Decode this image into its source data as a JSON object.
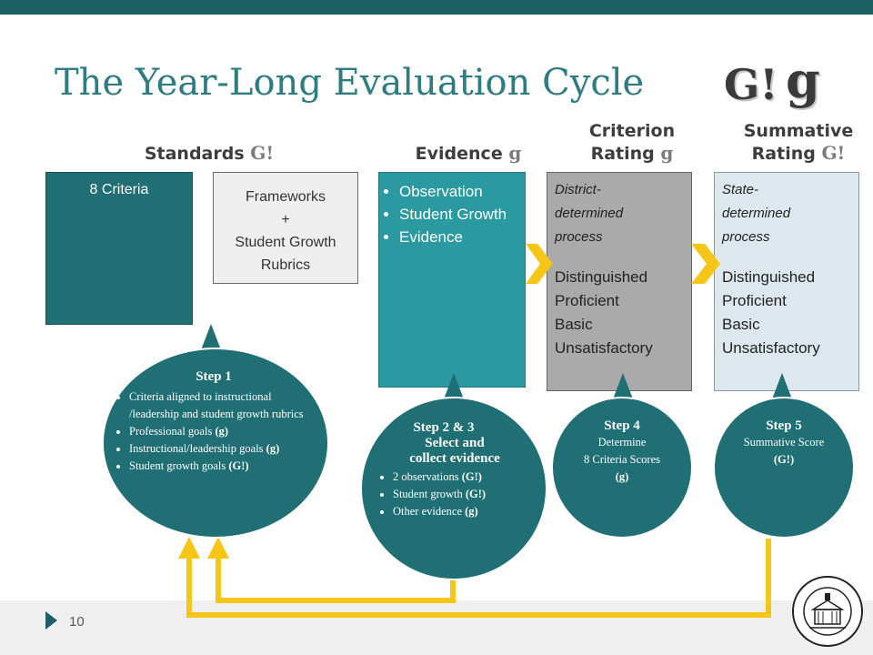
{
  "title": "The Year-Long Evaluation Cycle",
  "marks": {
    "big_g_bang": "G!",
    "big_g": "g"
  },
  "headers": {
    "standards": {
      "label": "Standards",
      "mark": "G!"
    },
    "evidence": {
      "label": "Evidence",
      "mark": "g"
    },
    "criterion": {
      "line1": "Criterion",
      "line2": "Rating",
      "mark": "g"
    },
    "summative": {
      "line1": "Summative",
      "line2": "Rating",
      "mark": "G!"
    }
  },
  "boxes": {
    "criteria": "8 Criteria",
    "frameworks": [
      "Frameworks",
      "+",
      "Student Growth",
      "Rubrics"
    ],
    "evidence": [
      "Observation",
      "Student Growth",
      "Evidence"
    ],
    "district": {
      "process_line1": "District-",
      "process_line2": "determined",
      "process_line3": "process",
      "ratings": [
        "Distinguished",
        "Proficient",
        "Basic",
        "Unsatisfactory"
      ]
    },
    "state": {
      "process_line1": "State-",
      "process_line2": "determined",
      "process_line3": "process",
      "ratings": [
        "Distinguished",
        "Proficient",
        "Basic",
        "Unsatisfactory"
      ]
    }
  },
  "steps": {
    "step1": {
      "title": "Step 1",
      "items": [
        {
          "text": "Criteria  aligned to instructional /leadership and student growth rubrics",
          "mark": ""
        },
        {
          "text": "Professional goals ",
          "mark": "(g)"
        },
        {
          "text": "Instructional/leadership goals ",
          "mark": "(g)"
        },
        {
          "text": "Student growth goals ",
          "mark": "(G!)"
        }
      ]
    },
    "step23": {
      "title_line1": "Step 2 & 3",
      "title_line2": "Select and",
      "title_line3": "collect evidence",
      "items": [
        {
          "text": "2 observations ",
          "mark": "(G!)"
        },
        {
          "text": "Student growth ",
          "mark": "(G!)"
        },
        {
          "text": "Other evidence ",
          "mark": "(g)"
        }
      ]
    },
    "step4": {
      "title": "Step 4",
      "line1": "Determine",
      "line2": "8 Criteria Scores",
      "mark": "(g)"
    },
    "step5": {
      "title": "Step 5",
      "line1": "Summative Score",
      "mark": "(G!)"
    }
  },
  "footer": {
    "page_number": "10"
  },
  "colors": {
    "teal_dark": "#1f6f75",
    "teal_light": "#2a9aa0",
    "arrow_yellow": "#f5c518",
    "title": "#2c7c82"
  }
}
